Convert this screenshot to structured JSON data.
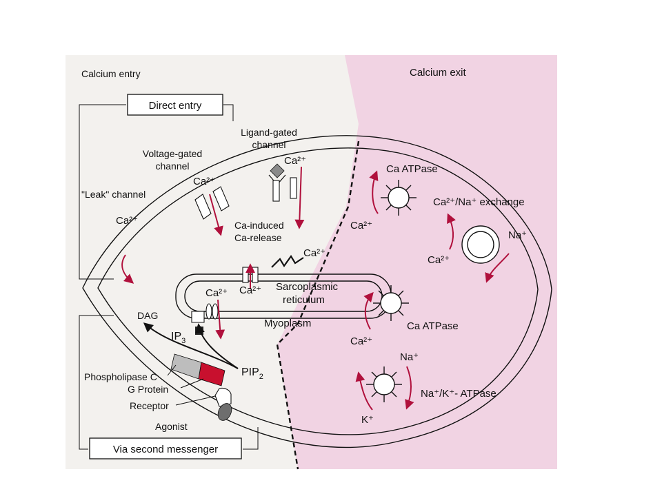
{
  "sections": {
    "entry": "Calcium entry",
    "exit": "Calcium exit"
  },
  "boxes": {
    "direct_entry": "Direct entry",
    "second_messenger": "Via second messenger"
  },
  "labels": {
    "ligand_gated_line1": "Ligand-gated",
    "ligand_gated_line2": "channel",
    "voltage_gated_line1": "Voltage-gated",
    "voltage_gated_line2": "channel",
    "leak_channel": "\"Leak\" channel",
    "ca_induced_line1": "Ca-induced",
    "ca_induced_line2": "Ca-release",
    "sarcoplasmic_line1": "Sarcoplasmic",
    "sarcoplasmic_line2": "reticulum",
    "myoplasm": "Myoplasm",
    "dag": "DAG",
    "ip3_base": "IP",
    "ip3_sub": "3",
    "pip2_base": "PIP",
    "pip2_sub": "2",
    "phospholipase_c": "Phospholipase C",
    "g_protein": "G Protein",
    "receptor": "Receptor",
    "agonist": "Agonist",
    "ca_atpase_membrane": "Ca ATPase",
    "ca_atpase_sr": "Ca ATPase",
    "ca_na_exchange": "Ca²⁺/Na⁺ exchange",
    "na_k_atpase": "Na⁺/K⁺- ATPase"
  },
  "ions": {
    "ca_ligand": "Ca²⁺",
    "ca_voltage": "Ca²⁺",
    "ca_leak": "Ca²⁺",
    "ca_release": "Ca²⁺",
    "ca_sr_channel": "Ca²⁺",
    "ca_ip3_channel": "Ca²⁺",
    "ca_pump_membrane": "Ca²⁺",
    "ca_pump_sr": "Ca²⁺",
    "ca_exchanger": "Ca²⁺",
    "na_exchanger": "Na⁺",
    "na_pump": "Na⁺",
    "k_pump": "K⁺"
  },
  "colors": {
    "exit_region": "#f1d3e3",
    "arrow": "#b0103c",
    "g_protein": "#c8102e",
    "phospholipase": "#bdbdbd",
    "agonist": "#6e6e6e",
    "dashed_divider": "#111111"
  }
}
